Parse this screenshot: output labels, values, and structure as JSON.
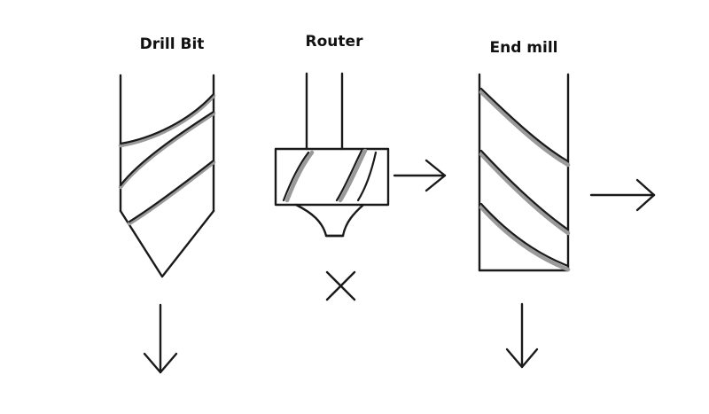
{
  "tools": [
    {
      "id": "drill-bit",
      "title": "Drill Bit"
    },
    {
      "id": "router",
      "title": "Router"
    },
    {
      "id": "end-mill",
      "title": "End mill"
    }
  ],
  "colors": {
    "ink": "#1a1a1a",
    "flute_shadow": "#9a9a9a",
    "background": "#ffffff"
  }
}
